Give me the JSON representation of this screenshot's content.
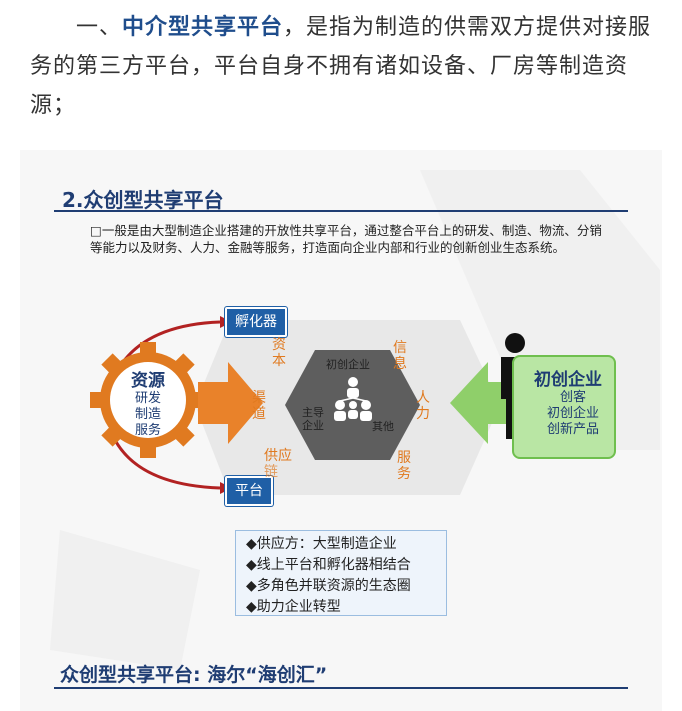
{
  "paragraph": {
    "prefix": "一、",
    "highlight": "中介型共享平台",
    "rest": "，是指为制造的供需双方提供对接服务的第三方平台，平台自身不拥有诸如设备、厂房等制造资源；"
  },
  "slide": {
    "title": "2.众创型共享平台",
    "intro_prefix": "□",
    "intro": "一般是由大型制造企业搭建的开放性共享平台，通过整合平台上的研发、制造、物流、分销等能力以及财务、人力、金融等服务，打造面向企业内部和行业的创新创业生态系统。",
    "gear": {
      "title": "资源",
      "lines": [
        "研发",
        "制造",
        "服务"
      ]
    },
    "tag_top": "孵化器",
    "tag_bottom": "平台",
    "hex_labels": {
      "capital": [
        "资",
        "本"
      ],
      "info": [
        "信",
        "息"
      ],
      "channel": [
        "渠",
        "道"
      ],
      "manpower": [
        "人",
        "力"
      ],
      "supply": "供应",
      "supply2": "链",
      "service": [
        "服",
        "务"
      ]
    },
    "center": {
      "top": "初创企业",
      "left": [
        "主导",
        "企业"
      ],
      "right": "其他"
    },
    "startup": {
      "title": "初创企业",
      "lines": [
        "创客",
        "初创企业",
        "创新产品"
      ]
    },
    "bullets": [
      "◆供应方：大型制造企业",
      "◆线上平台和孵化器相结合",
      "◆多角色并联资源的生态圈",
      "◆助力企业转型"
    ],
    "bottom_title": "众创型共享平台: 海尔“海创汇”"
  },
  "colors": {
    "navy": "#1f3d73",
    "orange": "#e07a20",
    "blue": "#1f5fa6",
    "green": "#6fbf4e"
  }
}
